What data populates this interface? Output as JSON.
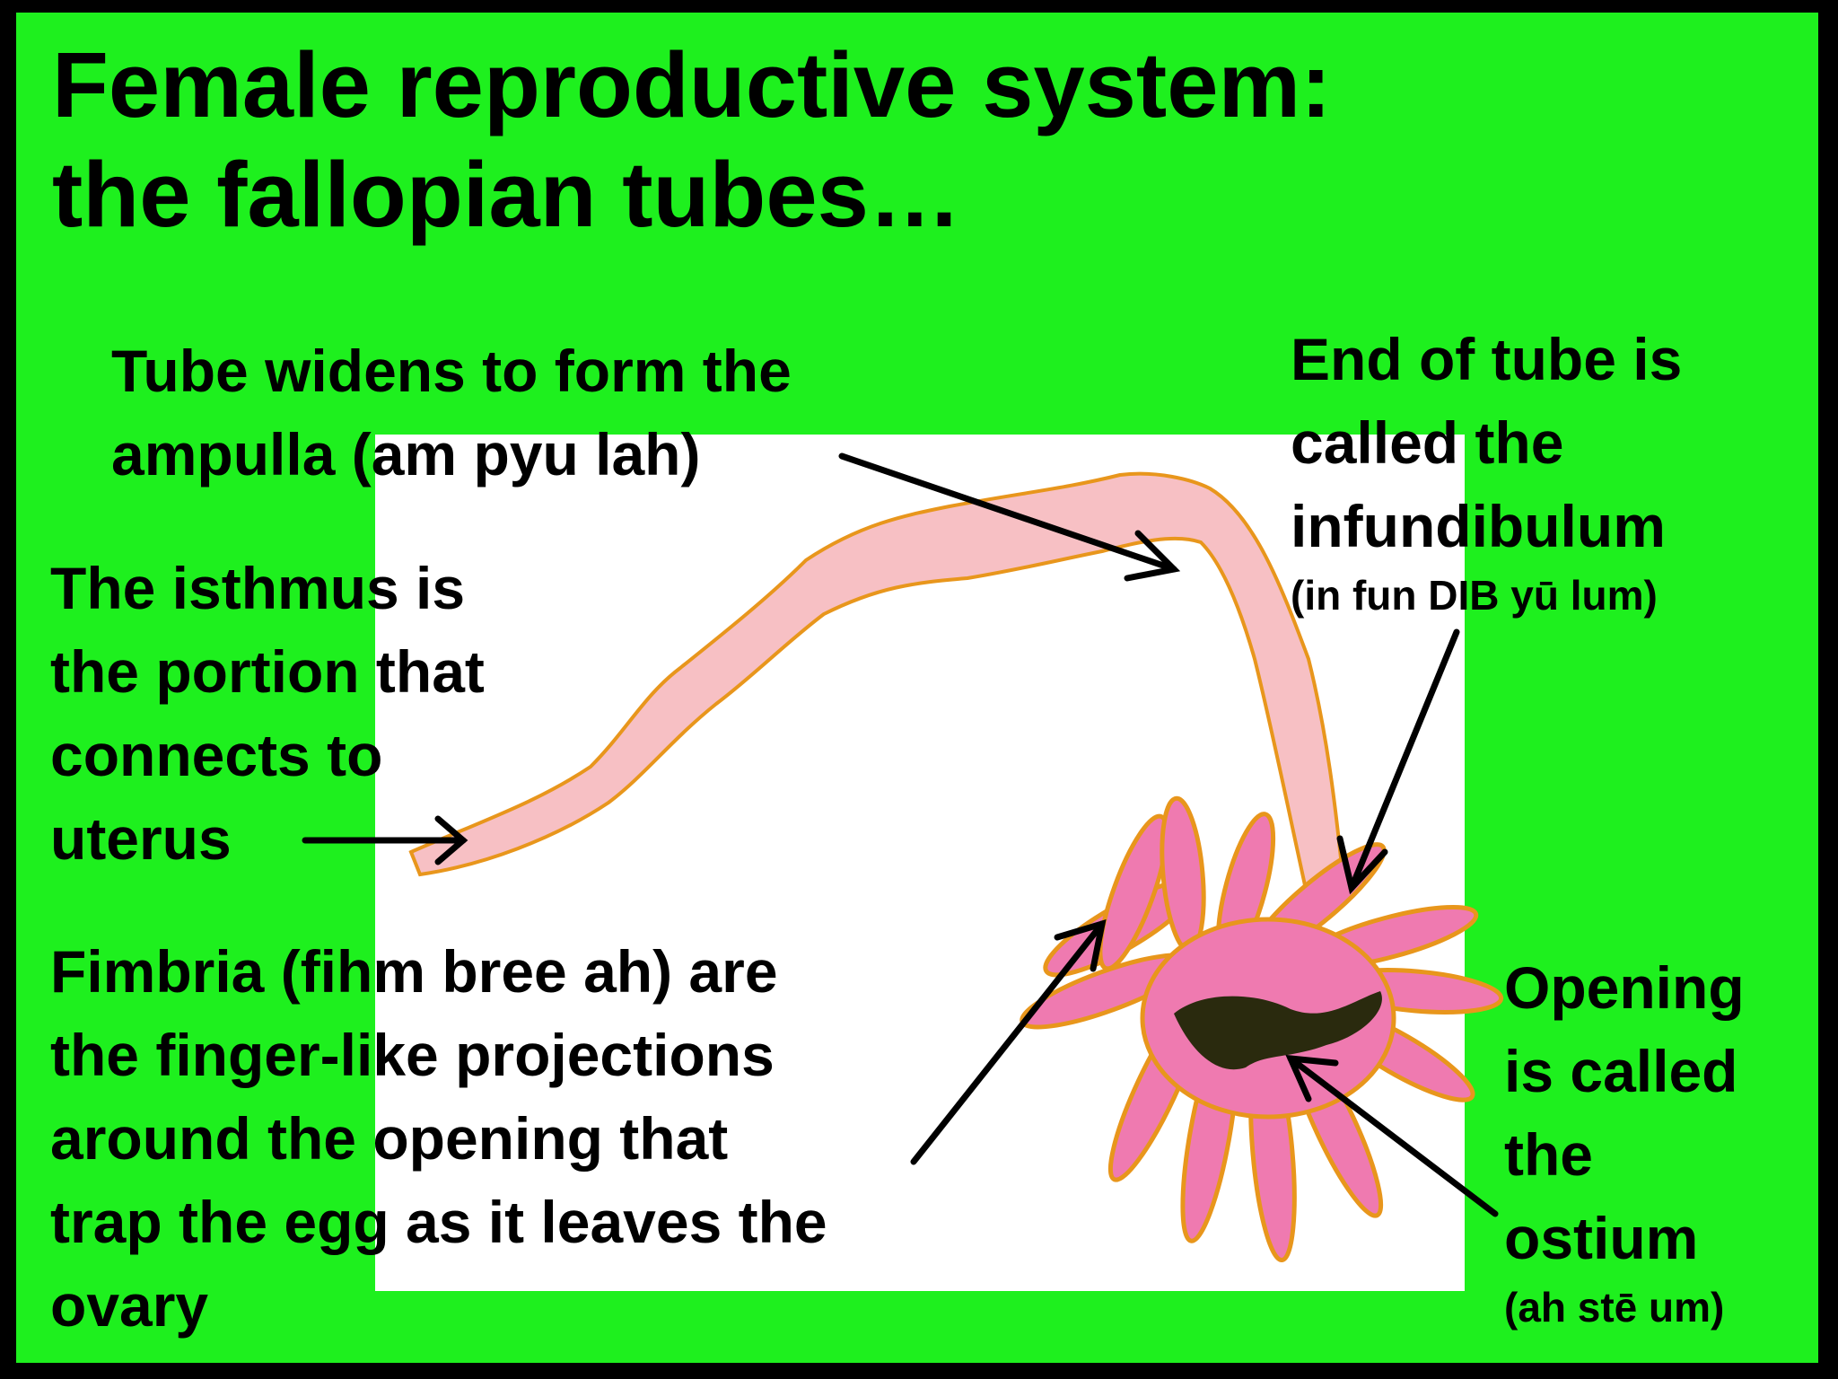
{
  "slide": {
    "title_line1": "Female reproductive system:",
    "title_line2": "the fallopian tubes…",
    "colors": {
      "background": "#1ef01e",
      "frame": "#000000",
      "tube": "#f7c0c4",
      "fimbria": "#ef7ab0",
      "outline": "#e8961c",
      "ostium": "#2a2a0e"
    }
  },
  "labels": {
    "ampulla": {
      "line1": "Tube widens to form the",
      "line2": "ampulla (am pyu lah)"
    },
    "infundibulum": {
      "line1": "End of tube is",
      "line2": "called the",
      "line3": "infundibulum",
      "pron": "(in fun DIB yū lum)"
    },
    "isthmus": {
      "line1": "The isthmus is",
      "line2": "the portion that",
      "line3": "connects to",
      "line4": "uterus"
    },
    "fimbria": {
      "line1": "Fimbria (fihm bree ah) are",
      "line2": "the finger-like projections",
      "line3": "around the opening that",
      "line4": "trap the egg as it leaves the",
      "line5": "ovary"
    },
    "ostium": {
      "line1": "Opening",
      "line2": "is called",
      "line3": "the",
      "line4": "ostium",
      "pron": "(ah stē um)"
    }
  }
}
